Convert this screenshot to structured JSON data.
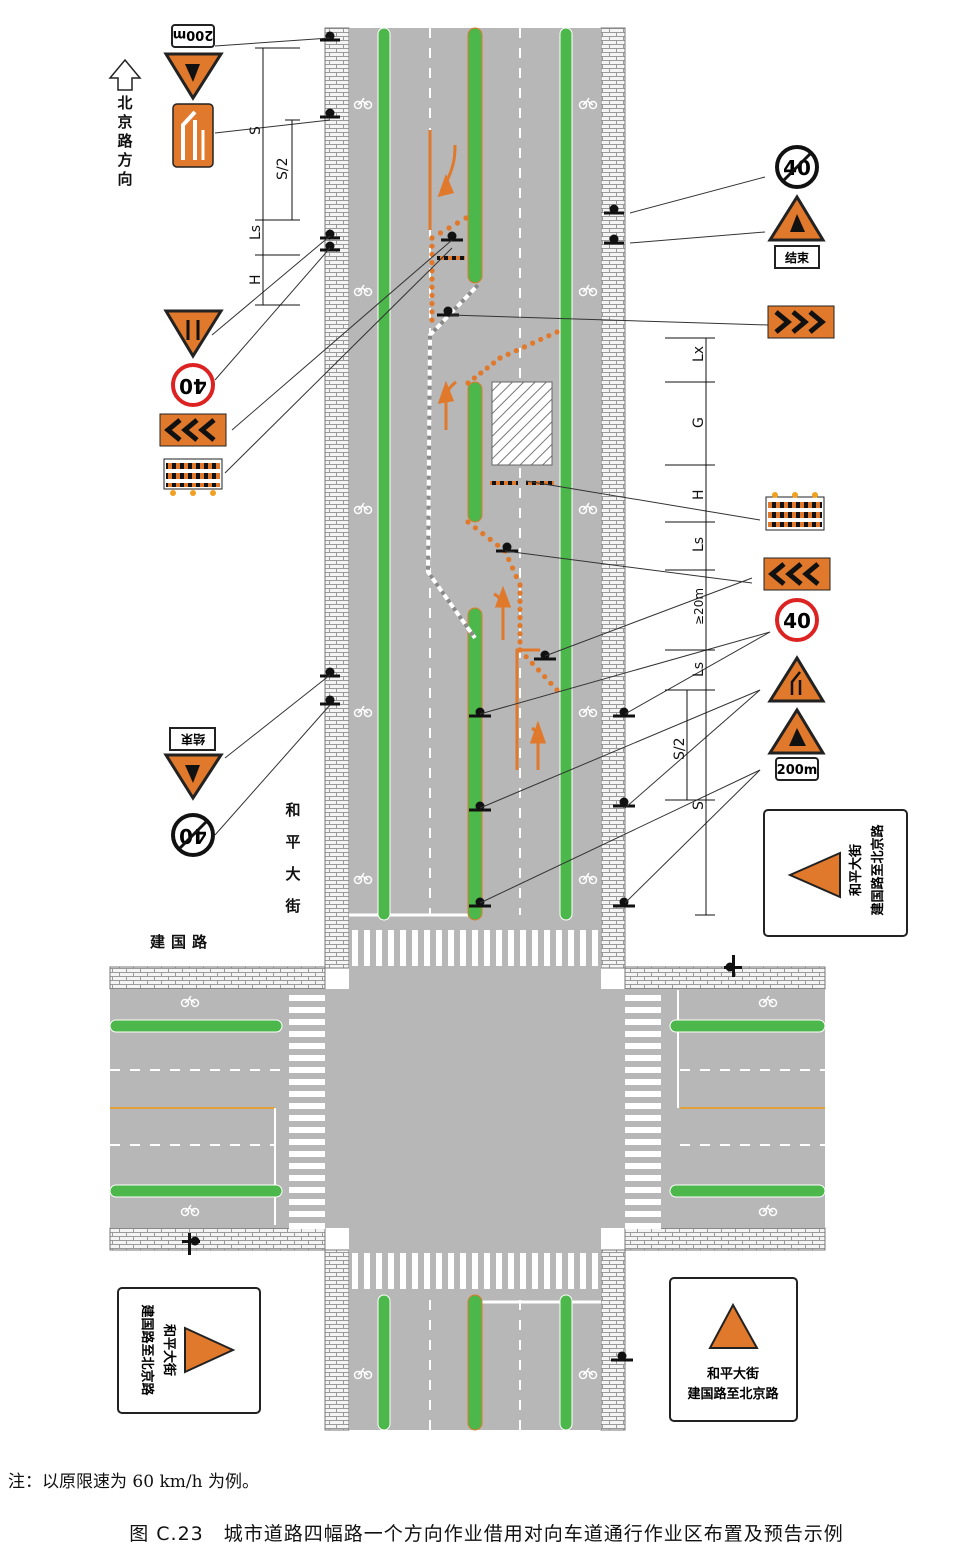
{
  "labels": {
    "north_direction": "北京路方向",
    "heping_street": "和平大街",
    "jianguo_road": "建国路",
    "footnote": "注：以原限速为 60 km/h 为例。",
    "caption": "图 C.23　城市道路四幅路一个方向作业借用对向车道通行作业区布置及预告示例"
  },
  "dimensions": {
    "S": "S",
    "S_half": "S/2",
    "Ls": "Ls",
    "H": "H",
    "Lx": "Lx",
    "G": "G",
    "min_gap": "≥20m"
  },
  "signs": {
    "distance_200m": "200m",
    "end_text": "结束",
    "speed_40": "40",
    "advance_route_line1": "和平大街",
    "advance_route_line2": "建国路至北京路"
  },
  "colors": {
    "road": "#b7b7b7",
    "green_strip": "#4cb74a",
    "orange": "#e0792b",
    "sidewalk": "#f3f3f3"
  }
}
